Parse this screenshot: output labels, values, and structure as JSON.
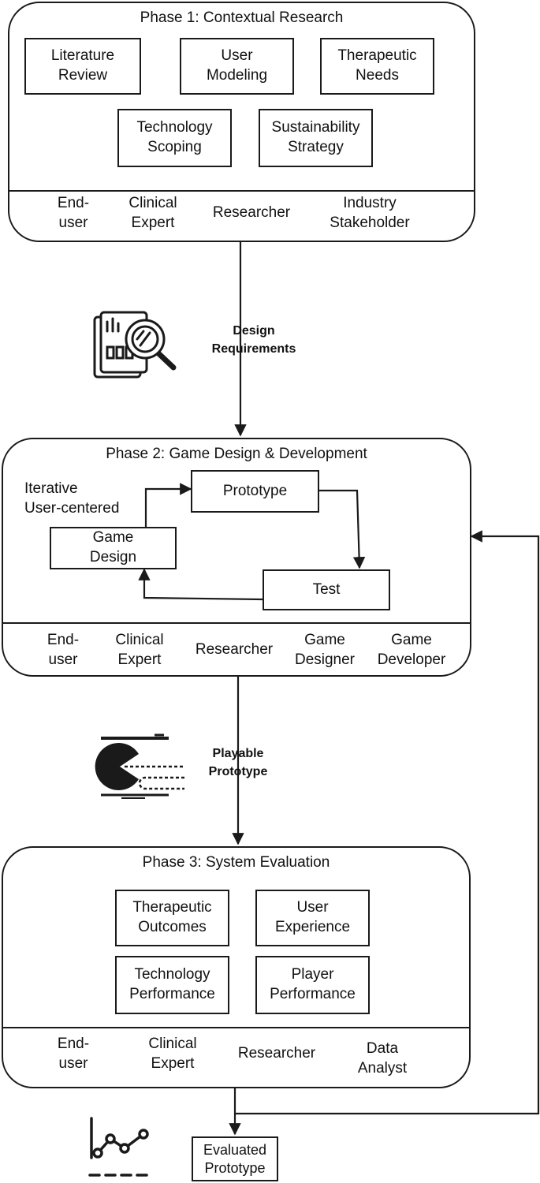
{
  "phase1": {
    "title": "Phase 1: Contextual Research",
    "boxes": [
      "Literature\nReview",
      "User\nModeling",
      "Therapeutic\nNeeds",
      "Technology\nScoping",
      "Sustainability\nStrategy"
    ],
    "roles": [
      "End-\nuser",
      "Clinical\nExpert",
      "Researcher",
      "Industry\nStakeholder"
    ]
  },
  "connector1": {
    "label": "Design\nRequirements",
    "icon": "magnifier-document-icon"
  },
  "phase2": {
    "title": "Phase 2: Game Design & Development",
    "loop_note": "Iterative\nUser-centered",
    "boxes": [
      "Prototype",
      "Game\nDesign",
      "Test"
    ],
    "roles": [
      "End-\nuser",
      "Clinical\nExpert",
      "Researcher",
      "Game\nDesigner",
      "Game\nDeveloper"
    ]
  },
  "connector2": {
    "label": "Playable\nPrototype",
    "icon": "pacman-game-icon"
  },
  "phase3": {
    "title": "Phase 3: System Evaluation",
    "boxes": [
      "Therapeutic\nOutcomes",
      "User\nExperience",
      "Technology\nPerformance",
      "Player\nPerformance"
    ],
    "roles": [
      "End-\nuser",
      "Clinical\nExpert",
      "Researcher",
      "Data\nAnalyst"
    ]
  },
  "output": {
    "label": "Evaluated\nPrototype",
    "icon": "line-chart-icon"
  }
}
